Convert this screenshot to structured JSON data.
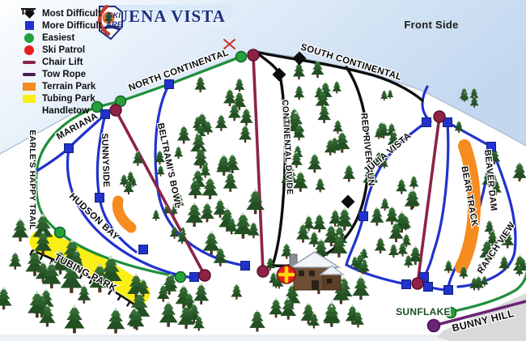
{
  "header": {
    "logo": {
      "name": "BUENA VISTA",
      "tagline_line1": "SKI",
      "tagline_line2": "AREA"
    },
    "side_label": "Front Side"
  },
  "legend": {
    "items": [
      {
        "label": "Most Difficult",
        "symbol": "black-diamond-icon"
      },
      {
        "label": "More Difficult",
        "symbol": "blue-square-icon"
      },
      {
        "label": "Easiest",
        "symbol": "green-circle-icon"
      },
      {
        "label": "Ski Patrol",
        "symbol": "red-circle-icon"
      },
      {
        "label": "Chair Lift",
        "symbol": "chair-lift-line-icon"
      },
      {
        "label": "Tow Rope",
        "symbol": "tow-rope-line-icon"
      },
      {
        "label": "Terrain Park",
        "symbol": "terrain-park-swatch"
      },
      {
        "label": "Tubing Park",
        "symbol": "tubing-park-swatch"
      },
      {
        "label": "Handletow",
        "symbol": "handletow-icon"
      }
    ]
  },
  "map": {
    "colors": {
      "easiest": "#1f8f3a",
      "more_difficult": "#2133cc",
      "most_difficult": "#0d0d0d",
      "chair_lift": "#8e2347",
      "tow_rope": "#6b2476",
      "terrain_park": "#f68b1f",
      "tubing_park": "#f9ee16",
      "ski_patrol": "#e51f1f"
    },
    "trails": [
      {
        "id": "north-continental",
        "name": "NORTH CONTINENTAL",
        "difficulty": "easiest"
      },
      {
        "id": "south-continental",
        "name": "SOUTH CONTINENTAL",
        "difficulty": "most-difficult"
      },
      {
        "id": "continental-divide",
        "name": "CONTINENTAL DIVIDE",
        "difficulty": "most-difficult"
      },
      {
        "id": "red-river-run",
        "name": "RED RIVER RUN",
        "difficulty": "most-difficult"
      },
      {
        "id": "mariana",
        "name": "MARIANA",
        "difficulty": "more-difficult"
      },
      {
        "id": "sunnyside",
        "name": "SUNNYSIDE",
        "difficulty": "more-difficult"
      },
      {
        "id": "beltramis-bowl",
        "name": "BELTRAMI'S BOWL",
        "difficulty": "more-difficult"
      },
      {
        "id": "earles-happy-trail",
        "name": "EARLE'S HAPPY TRAIL",
        "difficulty": "easiest"
      },
      {
        "id": "hudson-bay",
        "name": "HUDSON BAY",
        "difficulty": "more-difficult"
      },
      {
        "id": "julia-vista",
        "name": "JULIA VISTA",
        "difficulty": "more-difficult"
      },
      {
        "id": "beaver-dam",
        "name": "BEAVER DAM",
        "difficulty": "more-difficult"
      },
      {
        "id": "bear-track",
        "name": "BEAR TRACK",
        "difficulty": "terrain-park"
      },
      {
        "id": "ranch-view",
        "name": "RANCH VIEW",
        "difficulty": "more-difficult"
      },
      {
        "id": "tubing-park",
        "name": "TUBING PARK",
        "difficulty": "tubing-park"
      },
      {
        "id": "sunflake",
        "name": "SUNFLAKE",
        "difficulty": "easiest"
      },
      {
        "id": "bunny-hill",
        "name": "BUNNY HILL",
        "difficulty": "easiest"
      }
    ]
  }
}
